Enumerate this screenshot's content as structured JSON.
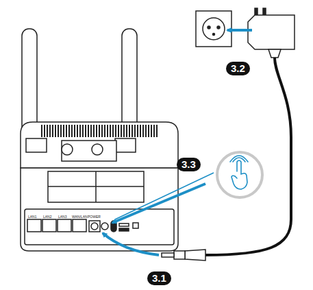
{
  "diagram": {
    "labels": [
      "3.2",
      "3.3",
      "3.1",
      "LAN1",
      "LAN2",
      "LAN3",
      "WAN/LAN",
      "POWER"
    ]
  }
}
